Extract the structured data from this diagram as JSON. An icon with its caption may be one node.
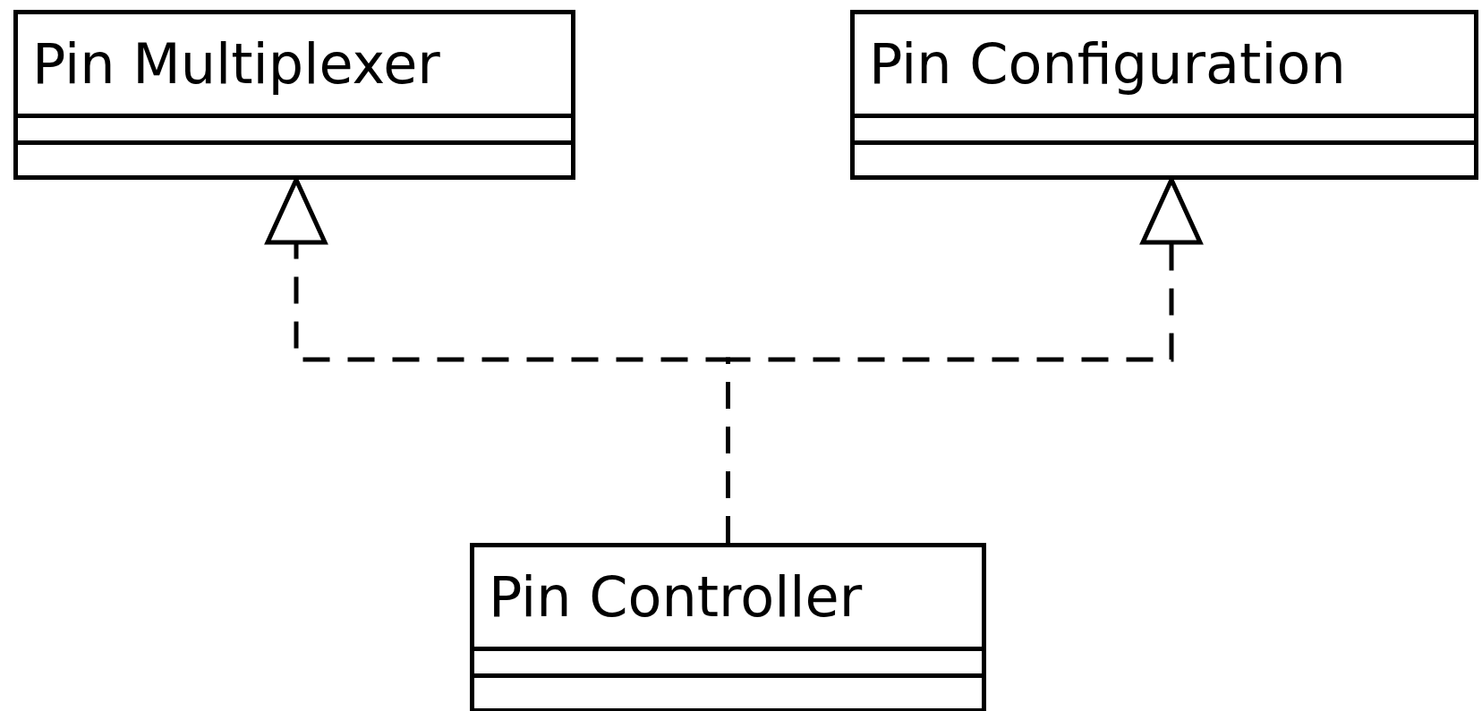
{
  "diagram": {
    "nodes": [
      {
        "text": [
          "Pin Multiplexer"
        ]
      },
      {
        "text": [
          "Pin Configuration"
        ]
      },
      {
        "text": [
          "Pin Controller"
        ]
      }
    ],
    "edges": [
      {
        "from": 2,
        "to": 0,
        "arrow": "to",
        "style": "dashed"
      },
      {
        "from": 2,
        "to": 1,
        "arrow": "to",
        "style": "dashed"
      }
    ]
  }
}
